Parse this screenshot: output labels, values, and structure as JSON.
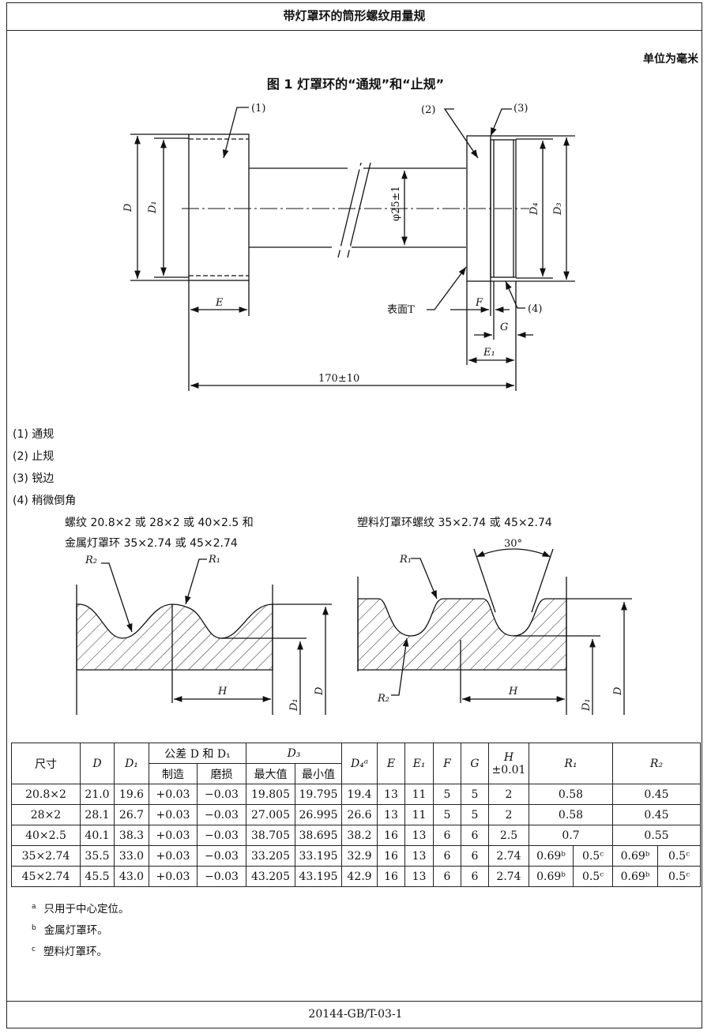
{
  "header": {
    "title": "带灯罩环的筒形螺纹用量规"
  },
  "unit_note": "单位为毫米",
  "figure": {
    "title": "图 1   灯罩环的“通规”和“止规”",
    "labels": {
      "c1": "(1)",
      "c2": "(2)",
      "c3": "(3)",
      "c4": "(4)",
      "D": "D",
      "D1": "D₁",
      "D3": "D₃",
      "D4": "D₄",
      "phi": "φ25±1",
      "E": "E",
      "E1": "E₁",
      "F": "F",
      "G": "G",
      "surface": "表面T",
      "length": "170±10"
    }
  },
  "legend": [
    "(1) 通规",
    "(2) 止规",
    "(3) 锐边",
    "(4) 稍微倒角"
  ],
  "profile_left": {
    "caption1": "螺纹 20.8×2 或 28×2 或 40×2.5 和",
    "caption2": "金属灯罩环 35×2.74 或 45×2.74",
    "R1": "R₁",
    "R2": "R₂",
    "H": "H",
    "D1": "D₁",
    "D": "D"
  },
  "profile_right": {
    "caption": "塑料灯罩环螺纹 35×2.74 或 45×2.74",
    "angle": "30°",
    "R1": "R₁",
    "R2": "R₂",
    "H": "H",
    "D1": "D₁",
    "D": "D"
  },
  "table": {
    "headers": {
      "size": "尺寸",
      "D": "D",
      "D1": "D₁",
      "tol": "公差 D 和 D₁",
      "make": "制造",
      "wear": "磨损",
      "D3": "D₃",
      "max": "最大值",
      "min": "最小值",
      "D4": "D₄ᵃ",
      "E": "E",
      "E1": "E₁",
      "F": "F",
      "G": "G",
      "H": "H",
      "H2": "±0.01",
      "R1": "R₁",
      "R2": "R₂"
    },
    "rows": [
      [
        "20.8×2",
        "21.0",
        "19.6",
        "+0.03",
        "−0.03",
        "19.805",
        "19.795",
        "19.4",
        "13",
        "11",
        "5",
        "5",
        "2",
        "0.58",
        "0.45"
      ],
      [
        "28×2",
        "28.1",
        "26.7",
        "+0.03",
        "−0.03",
        "27.005",
        "26.995",
        "26.6",
        "13",
        "11",
        "5",
        "5",
        "2",
        "0.58",
        "0.45"
      ],
      [
        "40×2.5",
        "40.1",
        "38.3",
        "+0.03",
        "−0.03",
        "38.705",
        "38.695",
        "38.2",
        "16",
        "13",
        "6",
        "6",
        "2.5",
        "0.7",
        "0.55"
      ],
      [
        "35×2.74",
        "35.5",
        "33.0",
        "+0.03",
        "−0.03",
        "33.205",
        "33.195",
        "32.9",
        "16",
        "13",
        "6",
        "6",
        "2.74",
        "0.69ᵇ",
        "0.5ᶜ",
        "0.69ᵇ",
        "0.5ᶜ"
      ],
      [
        "45×2.74",
        "45.5",
        "43.0",
        "+0.03",
        "−0.03",
        "43.205",
        "43.195",
        "42.9",
        "16",
        "13",
        "6",
        "6",
        "2.74",
        "0.69ᵇ",
        "0.5ᶜ",
        "0.69ᵇ",
        "0.5ᶜ"
      ]
    ]
  },
  "notes": [
    {
      "mark": "a",
      "text": "只用于中心定位。"
    },
    {
      "mark": "b",
      "text": "金属灯罩环。"
    },
    {
      "mark": "c",
      "text": "塑料灯罩环。"
    }
  ],
  "footer": {
    "code": "20144-GB/T-03-1"
  }
}
